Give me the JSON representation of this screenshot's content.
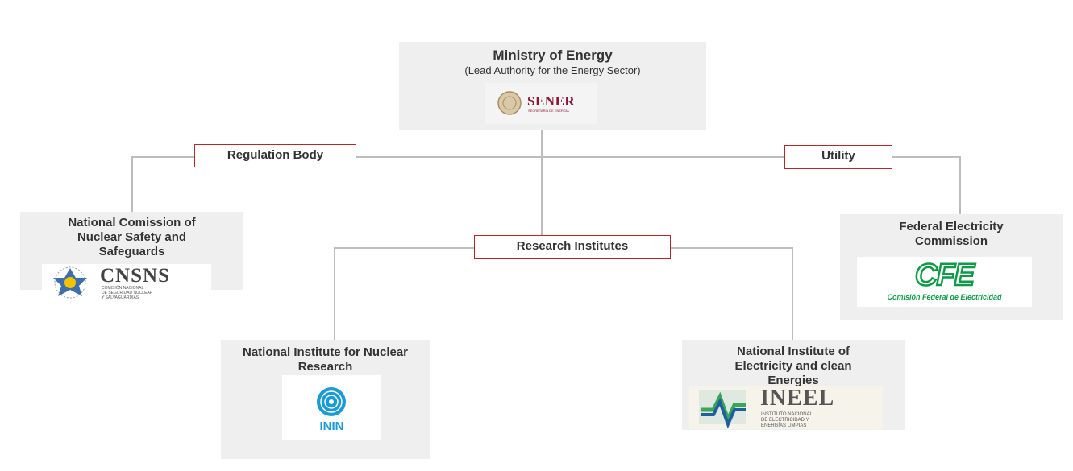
{
  "ministry": {
    "title": "Ministry of Energy",
    "subtitle": "(Lead Authority for  the Energy Sector)",
    "logo_text": "SENER",
    "logo_subtext": "SECRETARÍA DE ENERGÍA"
  },
  "labels": {
    "regulation": "Regulation Body",
    "utility": "Utility",
    "research": "Research Institutes"
  },
  "cnsns": {
    "title": "National Comission of Nuclear Safety and Safeguards",
    "logo_text": "CNSNS",
    "logo_line1": "COMISIÓN NACIONAL",
    "logo_line2": "DE SEGURIDAD NUCLEAR",
    "logo_line3": "Y SALVAGUARDIAS"
  },
  "cfe": {
    "title": "Federal  Electricity Commission",
    "logo_text": "CFE",
    "logo_subtext": "Comisión Federal de Electricidad"
  },
  "inin": {
    "title": "National Institute for Nuclear Research",
    "logo_text": "ININ"
  },
  "ineel": {
    "title": "National Institute of Electricity and clean Energies",
    "logo_text": "INEEL",
    "logo_line1": "INSTITUTO NACIONAL",
    "logo_line2": "DE ELECTRICIDAD Y",
    "logo_line3": "ENERGÍAS LIMPIAS"
  },
  "colors": {
    "label_border": "#b3282d",
    "sener_red": "#8a1538",
    "cfe_green": "#0f9a48",
    "inin_blue": "#1a9ad6",
    "ineel_blue": "#1f5f9e"
  }
}
